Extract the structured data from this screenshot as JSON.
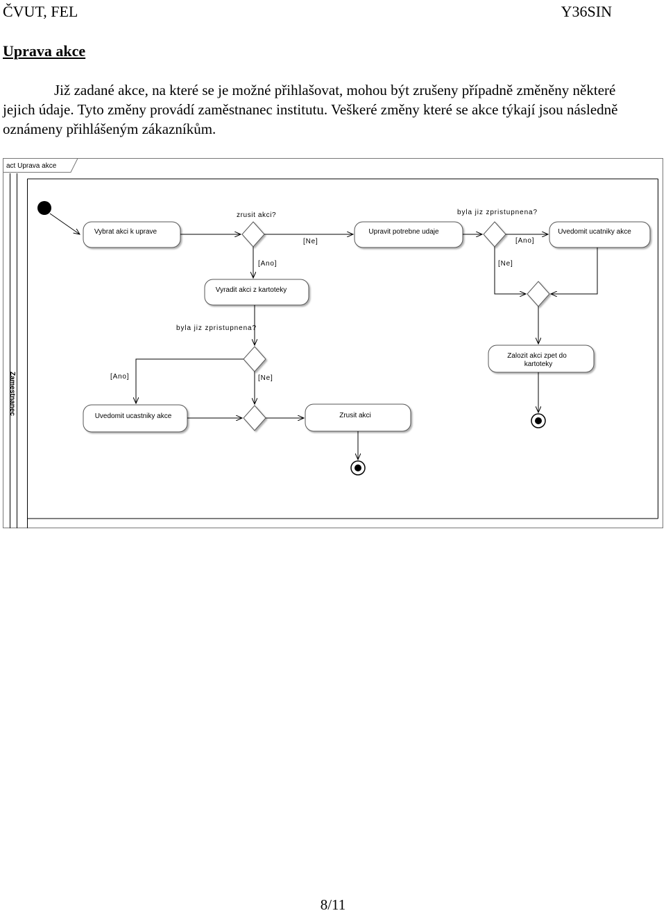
{
  "header": {
    "left": "ČVUT, FEL",
    "right": "Y36SIN"
  },
  "section_title": "Uprava akce",
  "paragraph": "Již zadané akce, na které se je možné přihlašovat, mohou být zrušeny případně změněny některé jejich údaje. Tyto změny provádí zaměstnanec institutu. Veškeré změny které se akce týkají jsou následně oznámeny přihlášeným zákazníkům.",
  "diagram": {
    "frame_label": "act Uprava akce",
    "swimlane": "Zamestnanec",
    "actions": {
      "select": "Vybrat akci k uprave",
      "edit": "Upravit potrebne udaje",
      "notify_top": "Uvedomit ucatniky akce",
      "remove": "Vyradit akci z kartoteky",
      "restore": "Zalozit akci zpet do kartoteky",
      "notify_bottom": "Uvedomit ucastniky akce",
      "cancel": "Zrusit akci"
    },
    "questions": {
      "cancel_q": "zrusit akci?",
      "published_q1": "byla jiz zpristupnena?",
      "published_q2": "byla jiz zpristupnena?"
    },
    "guards": {
      "ne_1": "[Ne]",
      "ano_1": "[Ano]",
      "ano_2": "[Ano]",
      "ne_2": "[Ne]",
      "ano_3": "[Ano]",
      "ne_3": "[Ne]"
    }
  },
  "footer": {
    "page": "8/11"
  }
}
